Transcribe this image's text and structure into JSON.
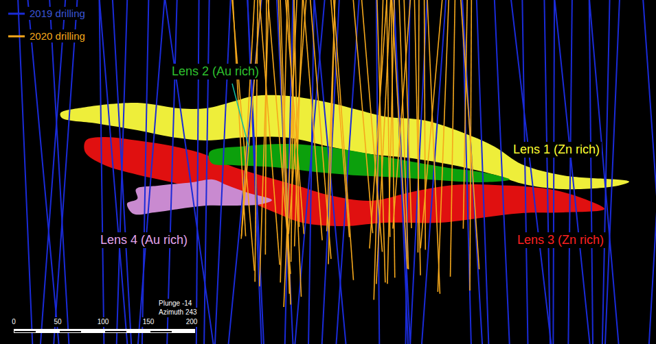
{
  "diagram": {
    "labels": [
      "Lens 2 (Au rich)",
      "Lens 1 (Zn rich)",
      "Lens 4 (Au rich)",
      "Lens 3 (Zn rich)",
      "Plunge -14",
      "Azimuth 243",
      "0",
      "50",
      "100",
      "150",
      "200"
    ],
    "legend": [
      {
        "text": "2019 drilling"
      },
      {
        "text": "2020 drilling"
      }
    ]
  }
}
